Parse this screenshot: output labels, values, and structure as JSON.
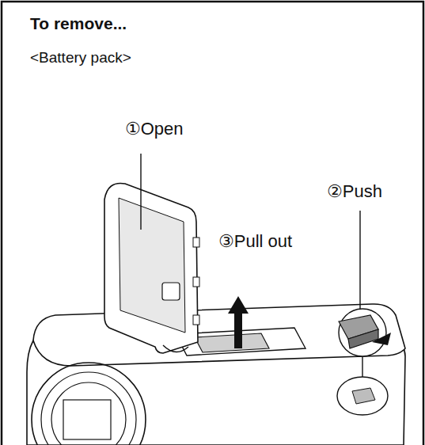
{
  "diagram": {
    "title": "To remove...",
    "labels": [
      "<Battery pack>",
      "①Open",
      "②Push",
      "③Pull out"
    ]
  }
}
